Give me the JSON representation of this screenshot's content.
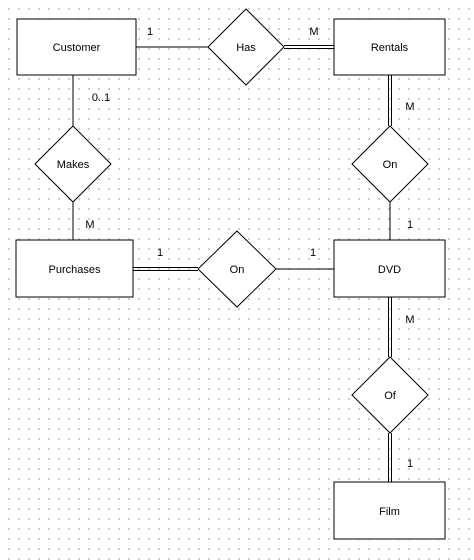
{
  "entities": {
    "customer": "Customer",
    "rentals": "Rentals",
    "purchases": "Purchases",
    "dvd": "DVD",
    "film": "Film"
  },
  "relationships": {
    "has": "Has",
    "makes": "Makes",
    "on_rentals_dvd": "On",
    "on_purchases_dvd": "On",
    "of": "Of"
  },
  "cardinalities": {
    "customer_has": "1",
    "has_rentals": "M",
    "customer_makes": "0..1",
    "makes_purchases": "M",
    "rentals_on": "M",
    "on_dvd": "1",
    "purchases_on": "1",
    "on2_dvd": "1",
    "dvd_of": "M",
    "of_film": "1"
  },
  "colors": {
    "stroke": "#000000",
    "fill": "#ffffff",
    "grid_dot": "#c4c4c4"
  }
}
